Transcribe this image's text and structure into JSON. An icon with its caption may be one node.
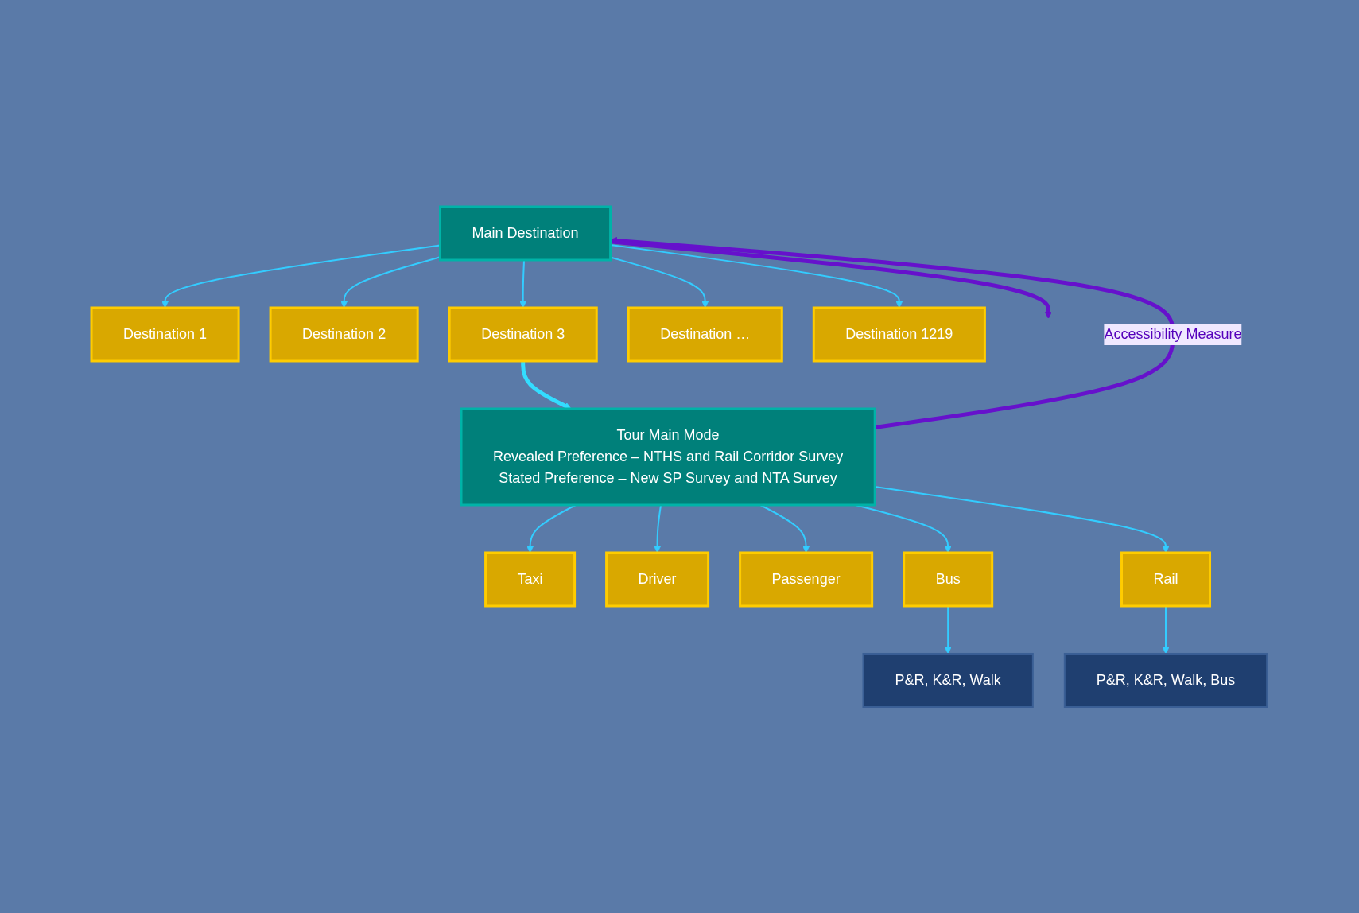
{
  "diagram": {
    "nodes": [
      {
        "text": [
          "Main Destination"
        ]
      },
      {
        "text": [
          "Destination 1"
        ]
      },
      {
        "text": [
          "Destination 2"
        ]
      },
      {
        "text": [
          "Destination 3"
        ]
      },
      {
        "text": [
          "Destination …"
        ]
      },
      {
        "text": [
          "Destination 1219"
        ]
      },
      {
        "text": [
          "Tour Main Mode",
          "Revealed Preference – NTHS and Rail Corridor Survey",
          "Stated Preference – New SP Survey and NTA Survey"
        ]
      },
      {
        "text": [
          "Taxi"
        ]
      },
      {
        "text": [
          "Driver"
        ]
      },
      {
        "text": [
          "Passenger"
        ]
      },
      {
        "text": [
          "Bus"
        ]
      },
      {
        "text": [
          "Rail"
        ]
      },
      {
        "text": [
          "P&R, K&R, Walk"
        ]
      },
      {
        "text": [
          "P&R, K&R, Walk, Bus"
        ]
      }
    ],
    "edges": [
      {
        "from": 0,
        "to": 1,
        "arrow": "to"
      },
      {
        "from": 0,
        "to": 2,
        "arrow": "to"
      },
      {
        "from": 0,
        "to": 3,
        "arrow": "to"
      },
      {
        "from": 0,
        "to": 4,
        "arrow": "to"
      },
      {
        "from": 0,
        "to": 5,
        "arrow": "to"
      },
      {
        "from": 3,
        "to": 6,
        "arrow": "to",
        "style": "thick",
        "color": "#33ddff"
      },
      {
        "from": 6,
        "to": 0,
        "arrow": "to",
        "label": "Accessibility Measure",
        "style": "thick",
        "color": "#6611cc"
      },
      {
        "from": 0,
        "to": null,
        "arrow": "to",
        "style": "thick",
        "color": "#6611cc"
      },
      {
        "from": 6,
        "to": 7,
        "arrow": "to"
      },
      {
        "from": 6,
        "to": 8,
        "arrow": "to"
      },
      {
        "from": 6,
        "to": 9,
        "arrow": "to"
      },
      {
        "from": 6,
        "to": 10,
        "arrow": "to"
      },
      {
        "from": 6,
        "to": 11,
        "arrow": "to"
      },
      {
        "from": 10,
        "to": 12,
        "arrow": "to"
      },
      {
        "from": 11,
        "to": 13,
        "arrow": "to"
      }
    ]
  }
}
